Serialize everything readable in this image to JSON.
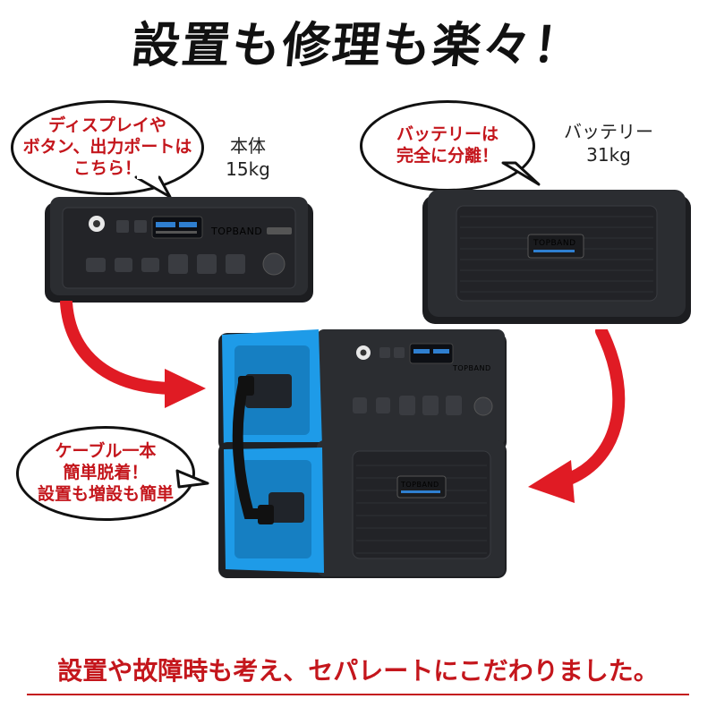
{
  "headline": "設置も修理も楽々！",
  "bubbles": {
    "display_ports": "ディスプレイや\nボタン、出力ポートは\nこちら！",
    "battery_separate": "バッテリーは\n完全に分離！",
    "cable": "ケーブル一本\n簡単脱着！\n設置も増設も簡単"
  },
  "labels": {
    "main_unit": "本体\n15kg",
    "battery": "バッテリー\n31kg"
  },
  "brand": "TOPBAND",
  "footer": "設置や故障時も考え、セパレートにこだわりました。",
  "colors": {
    "accent_red": "#c4161c",
    "arrow_red": "#e01b24",
    "cover_blue": "#1e9be8",
    "device_dark": "#2b2d31"
  }
}
